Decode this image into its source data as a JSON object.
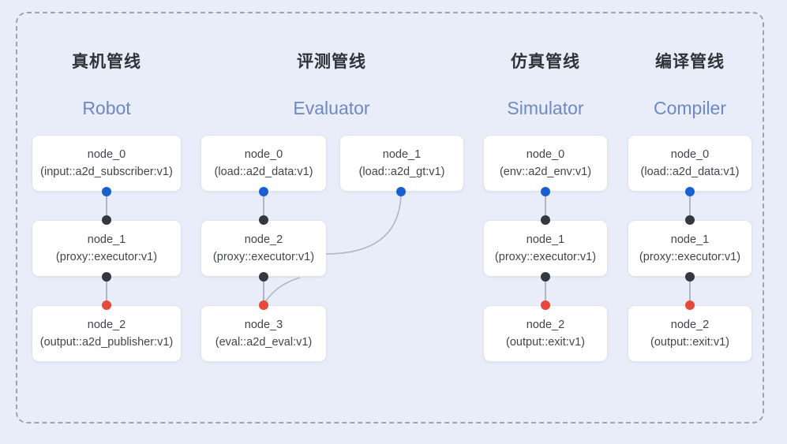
{
  "diagram": {
    "background_color": "#e8edf9",
    "frame": {
      "style": "dashed",
      "color": "#9aa3b4"
    },
    "dot_colors": {
      "input": "#1a5fd0",
      "link": "#34383f",
      "output": "#e8483a"
    },
    "columns": [
      {
        "cn_title": "真机管线",
        "en_title": "Robot",
        "nodes": [
          {
            "name": "node_0",
            "spec": "(input::a2d_subscriber:v1)"
          },
          {
            "name": "node_1",
            "spec": "(proxy::executor:v1)"
          },
          {
            "name": "node_2",
            "spec": "(output::a2d_publisher:v1)"
          }
        ]
      },
      {
        "cn_title": "评测管线",
        "en_title": "Evaluator",
        "nodes": [
          {
            "name": "node_0",
            "spec": "(load::a2d_data:v1)"
          },
          {
            "name": "node_2",
            "spec": "(proxy::executor:v1)"
          },
          {
            "name": "node_3",
            "spec": "(eval::a2d_eval:v1)"
          }
        ],
        "side_nodes": [
          {
            "name": "node_1",
            "spec": "(load::a2d_gt:v1)"
          }
        ]
      },
      {
        "cn_title": "仿真管线",
        "en_title": "Simulator",
        "nodes": [
          {
            "name": "node_0",
            "spec": "(env::a2d_env:v1)"
          },
          {
            "name": "node_1",
            "spec": "(proxy::executor:v1)"
          },
          {
            "name": "node_2",
            "spec": "(output::exit:v1)"
          }
        ]
      },
      {
        "cn_title": "编译管线",
        "en_title": "Compiler",
        "nodes": [
          {
            "name": "node_0",
            "spec": "(load::a2d_data:v1)"
          },
          {
            "name": "node_1",
            "spec": "(proxy::executor:v1)"
          },
          {
            "name": "node_2",
            "spec": "(output::exit:v1)"
          }
        ]
      }
    ]
  }
}
